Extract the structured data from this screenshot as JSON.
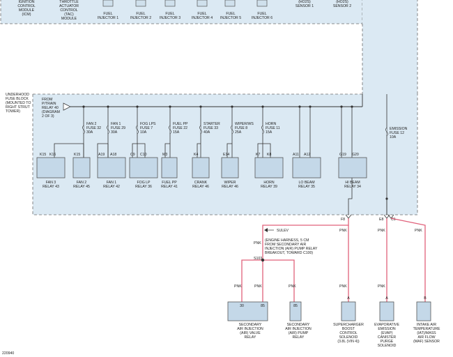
{
  "top_components": {
    "icm": [
      "IGNITION",
      "CONTROL",
      "MODULE",
      "(ICM)"
    ],
    "tac": [
      "THROTTLE",
      "ACTUATOR",
      "CONTROL",
      "(TAC)",
      "MODULE"
    ],
    "injectors": [
      [
        "FUEL",
        "INJECTOR 1"
      ],
      [
        "FUEL",
        "INJECTOR 2"
      ],
      [
        "FUEL",
        "INJECTOR 3"
      ],
      [
        "FUEL",
        "INJECTOR 4"
      ],
      [
        "FUEL",
        "INJECTOR 5"
      ],
      [
        "FUEL",
        "INJECTOR 6"
      ]
    ],
    "ho2s_1": [
      "(HO2S)",
      "SENSOR 1"
    ],
    "ho2s_2": [
      "(HO2S)",
      "SENSOR 2"
    ]
  },
  "fuse_block": {
    "title": [
      "UNDERHOOD",
      "FUSE BLOCK",
      "(MOUNTED TO",
      "RIGHT STRUT",
      "TOWER)"
    ],
    "feed": [
      "FROM",
      "P/TRAIN",
      "RELAY 40",
      "(DIAGRAM",
      "2 OF 3)"
    ],
    "fuses": [
      [
        "FAN 2",
        "FUSE 32",
        "30A"
      ],
      [
        "FAN 1",
        "FUSE 29",
        "30A"
      ],
      [
        "FOG LPS",
        "FUSE 7",
        "10A"
      ],
      [
        "FUEL PP",
        "FUSE 22",
        "15A"
      ],
      [
        "STARTER",
        "FUSE 33",
        "40A"
      ],
      [
        "WIPER/WS",
        "FUSE 8",
        "25A"
      ],
      [
        "HORN",
        "FUSE 11",
        "15A"
      ]
    ],
    "emission_fuse": [
      "EMISSION",
      "FUSE 12",
      "10A"
    ],
    "pins": [
      "K15",
      "K16",
      "K15",
      "A19",
      "A18",
      "C9",
      "C10",
      "M3",
      "K4",
      "E14",
      "K7",
      "K8",
      "A11",
      "A12",
      "G19",
      "G20"
    ],
    "relays": [
      [
        "FAN 3",
        "RELAY 43"
      ],
      [
        "FAN 2",
        "RELAY 45"
      ],
      [
        "FAN 1",
        "RELAY 42"
      ],
      [
        "FOG LP",
        "RELAY 36"
      ],
      [
        "FUEL PP",
        "RELAY 41"
      ],
      [
        "CRANK",
        "RELAY 46"
      ],
      [
        "WIPER",
        "RELAY 46"
      ],
      [
        "HORN",
        "RELAY 39"
      ],
      [
        "LO BEAM",
        "RELAY 35"
      ],
      [
        "HI BEAM",
        "RELAY 34"
      ]
    ],
    "out_pins": [
      "F8",
      "E8",
      "C1"
    ]
  },
  "harness": {
    "wires": [
      "PNK",
      "PNK",
      "PNK",
      "PNK",
      "PNK",
      "PNK",
      "PNK",
      "PNK",
      "PNK"
    ],
    "sulev": "SULEV",
    "note": [
      "(ENGINE HARNESS, 5 CM",
      "FROM SECONDARY AIR",
      "INJECTION (AIR) PUMP RELAY",
      "BREAKOUT, TOWARD C100)"
    ],
    "splice": "S103"
  },
  "bottom_components": {
    "pins": [
      "30",
      "85",
      "85",
      "A",
      "A",
      "B"
    ],
    "labels": [
      [
        "SECONDARY",
        "AIR INJECTION",
        "(AIR) VALVE",
        "RELAY"
      ],
      [
        "SECONDARY",
        "AIR INJECTION",
        "(AIR) PUMP",
        "RELAY"
      ],
      [
        "SUPERCHARGER",
        "BOOST",
        "CONTROL",
        "SOLENOID",
        "(3.8L (VIN 4))"
      ],
      [
        "EVAPORATIVE",
        "EMISSION",
        "(EVAP)",
        "CANISTER",
        "PURGE",
        "SOLENOID"
      ],
      [
        "INTAKE AIR",
        "TEMPERATURE",
        "(IAT)/MASS",
        "AIR FLOW",
        "(MAF) SENSOR"
      ]
    ]
  },
  "figure_id": "220940",
  "colors": {
    "wire_pink": "#e0607a",
    "box_fill": "#dbe9f3",
    "border": "#6b6b6b"
  }
}
